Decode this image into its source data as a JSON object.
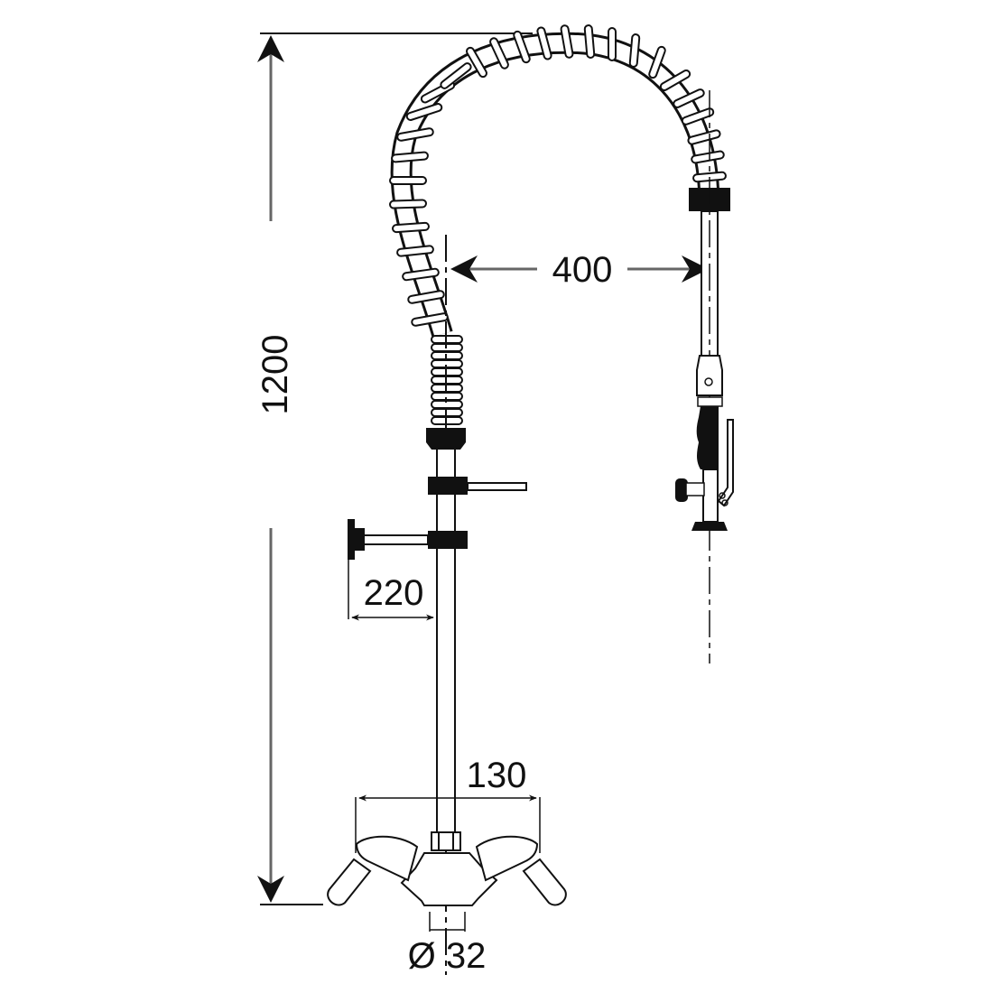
{
  "diagram": {
    "subject": "Pre-rinse faucet with spring hose and spray gun",
    "units": "mm",
    "line_color": "#111111",
    "background": "#ffffff",
    "dimensions": {
      "total_height": "1200",
      "reach": "400",
      "side_arm": "220",
      "base_width": "130",
      "hole_diameter": "Ø 32"
    },
    "components": [
      "spring-hose",
      "vertical-riser",
      "spray-gun",
      "wall-bracket-arm",
      "side-arm-handle",
      "mixer-body",
      "left-lever-handle",
      "right-lever-handle"
    ]
  }
}
